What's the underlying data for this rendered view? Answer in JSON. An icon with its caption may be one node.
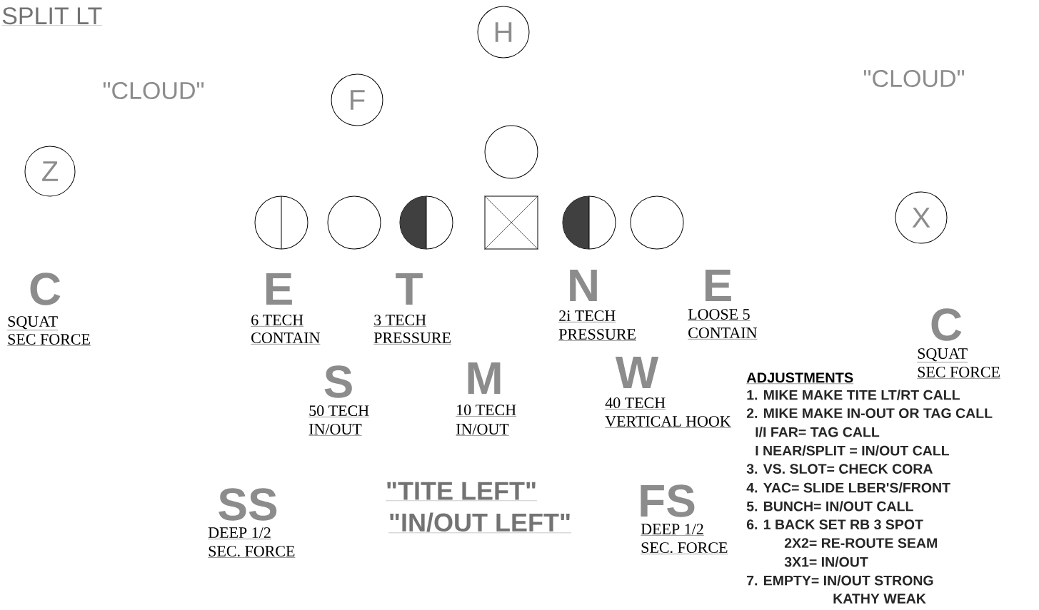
{
  "diagram": {
    "title": "SPLIT LT",
    "nodes": [
      {
        "text": [
          "H"
        ]
      },
      {
        "text": [
          "F"
        ]
      },
      {
        "text": [
          "Z"
        ]
      },
      {
        "text": [
          "X"
        ]
      },
      {
        "text": [],
        "shape": "circle"
      },
      {
        "text": [],
        "shape": "circle"
      },
      {
        "text": [],
        "shape": "circle"
      },
      {
        "text": [],
        "shape": "circle"
      },
      {
        "text": [],
        "shape": "box"
      },
      {
        "text": [],
        "shape": "circle"
      },
      {
        "text": [],
        "shape": "circle"
      }
    ],
    "labels": [
      "\"CLOUD\"",
      "\"CLOUD\"",
      "C",
      "SQUAT",
      "SEC FORCE",
      "E",
      "6 TECH",
      "CONTAIN",
      "T",
      "3 TECH",
      "PRESSURE",
      "N",
      "2i TECH",
      "PRESSURE",
      "E",
      "LOOSE 5",
      "CONTAIN",
      "C",
      "SQUAT",
      "SEC FORCE",
      "S",
      "50 TECH",
      "IN/OUT",
      "M",
      "10 TECH",
      "IN/OUT",
      "W",
      "40 TECH",
      "VERTICAL HOOK",
      "ADJUSTMENTS",
      "1. MIKE MAKE TITE LT/RT CALL",
      "2. MIKE MAKE IN-OUT OR TAG CALL",
      "I/I FAR= TAG CALL",
      "I NEAR/SPLIT = IN/OUT CALL",
      "3. VS. SLOT= CHECK CORA",
      "4. YAC= SLIDE LBER'S/FRONT",
      "5. BUNCH= IN/OUT CALL",
      "6. 1 BACK SET RB 3 SPOT",
      "2X2= RE-ROUTE SEAM",
      "3X1= IN/OUT",
      "7. EMPTY= IN/OUT STRONG",
      "KATHY WEAK",
      "SS",
      "DEEP 1/2",
      "SEC. FORCE",
      "\"TITE LEFT\"",
      "\"IN/OUT LEFT\"",
      "FS",
      "DEEP 1/2",
      "SEC. FORCE"
    ]
  }
}
